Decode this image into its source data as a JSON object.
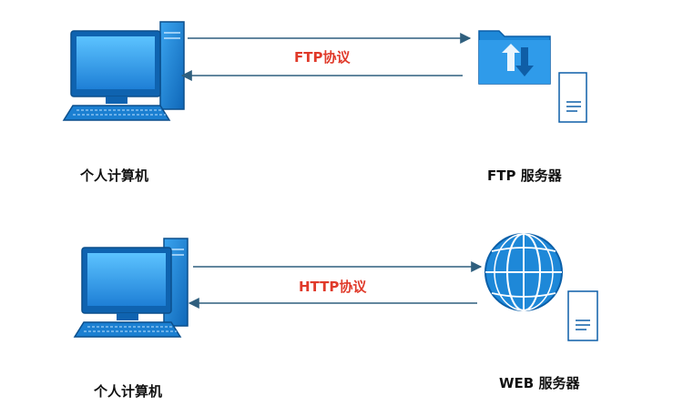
{
  "rows": [
    {
      "client_label": "个人计算机",
      "protocol_label": "FTP协议",
      "server_label": "FTP 服务器",
      "server_icon": "ftp-folder-icon"
    },
    {
      "client_label": "个人计算机",
      "protocol_label": "HTTP协议",
      "server_label": "WEB 服务器",
      "server_icon": "globe-icon"
    }
  ],
  "colors": {
    "arrow": "#2f5f7e",
    "protocol_text": "#e03a2a",
    "icon_blue": "#1e88d8",
    "icon_dark": "#0d5fa8"
  }
}
